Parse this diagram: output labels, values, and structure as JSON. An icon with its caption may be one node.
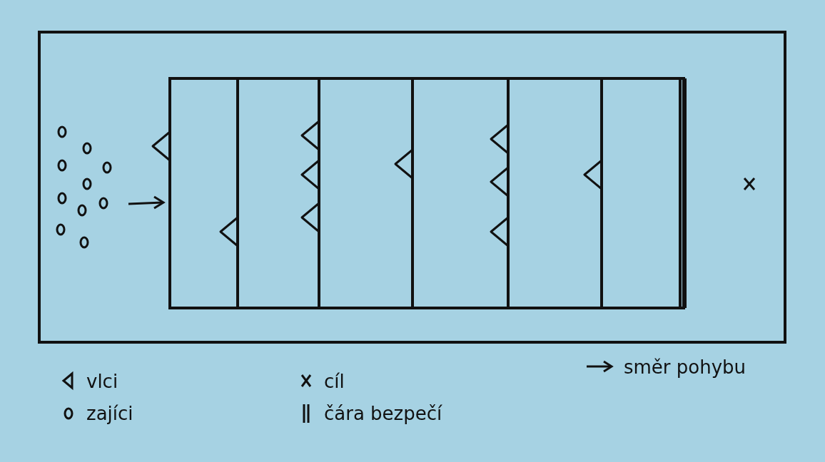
{
  "diagram": {
    "legend": [
      {
        "text": "vlci"
      },
      {
        "text": "cíl"
      },
      {
        "text": "směr pohybu"
      },
      {
        "text": "zajíci"
      },
      {
        "text": "čára bezpečí"
      }
    ]
  }
}
